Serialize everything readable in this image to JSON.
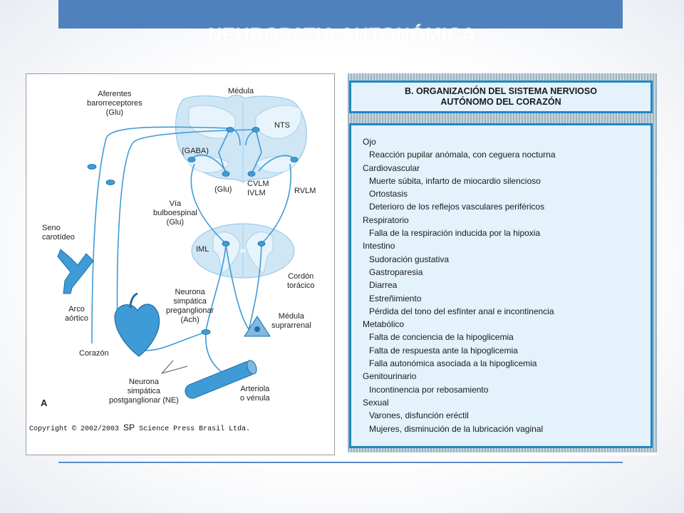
{
  "slide": {
    "title": "NEUROPATIA AUTONÓMICA"
  },
  "panel_a": {
    "letter": "A",
    "labels": {
      "aferentes": [
        "Aferentes",
        "barorreceptores",
        "(Glu)"
      ],
      "medula": "Médula",
      "nts": "NTS",
      "gaba": "(GABA)",
      "glu": "(Glu)",
      "cvlm": "CVLM",
      "ivlm": "IVLM",
      "rvlm": "RVLM",
      "via": [
        "Vía",
        "bulboespinal",
        "(Glu)"
      ],
      "seno": [
        "Seno",
        "carotídeo"
      ],
      "iml": "IML",
      "cordon": [
        "Cordón",
        "torácico"
      ],
      "neurona_pre": [
        "Neurona",
        "simpática",
        "preganglionar",
        "(Ach)"
      ],
      "arco": [
        "Arco",
        "aórtico"
      ],
      "medula_supra": [
        "Médula",
        "suprarrenal"
      ],
      "corazon": "Corazón",
      "neurona_post": [
        "Neurona",
        "simpática",
        "postganglionar (NE)"
      ],
      "arteriola": [
        "Arteriola",
        "o vénula"
      ]
    },
    "copyright_prefix": "Copyright © 2002/2003",
    "copyright_sp": "SP",
    "copyright_suffix": "Science Press Brasil Ltda."
  },
  "panel_b": {
    "header_line1": "B. ORGANIZACIÓN DEL SISTEMA NERVIOSO",
    "header_line2": "AUTÓNOMO DEL CORAZÓN",
    "categories": [
      {
        "name": "Ojo",
        "items": [
          "Reacción pupilar anómala, con ceguera nocturna"
        ]
      },
      {
        "name": "Cardiovascular",
        "items": [
          "Muerte súbita, infarto de miocardio silencioso",
          "Ortostasis",
          "Deterioro de los reflejos vasculares periféricos"
        ]
      },
      {
        "name": "Respiratorio",
        "items": [
          "Falla de la respiración inducida por la hipoxia"
        ]
      },
      {
        "name": "Intestino",
        "items": [
          "Sudoración gustativa",
          "Gastroparesia",
          "Diarrea",
          "Estreñimiento",
          "Pérdida del tono del esfínter anal e incontinencia"
        ]
      },
      {
        "name": "Metabólico",
        "items": [
          "Falta de conciencia de la hipoglicemia",
          "Falta de respuesta ante la hipoglicemia",
          "Falla autonómica asociada a la hipoglicemia"
        ]
      },
      {
        "name": "Genitourinario",
        "items": [
          "Incontinencia por rebosamiento"
        ]
      },
      {
        "name": "Sexual",
        "items": [
          "Varones, disfunción eréctil",
          "Mujeres, disminución de la lubricación vaginal"
        ]
      }
    ]
  },
  "colors": {
    "title_bar": "#4f81bd",
    "diagram_blue": "#3f9bd6",
    "diagram_light": "#cfe6f5",
    "panel_b_border": "#1e88c7",
    "panel_b_fill": "#e3f2fb"
  }
}
